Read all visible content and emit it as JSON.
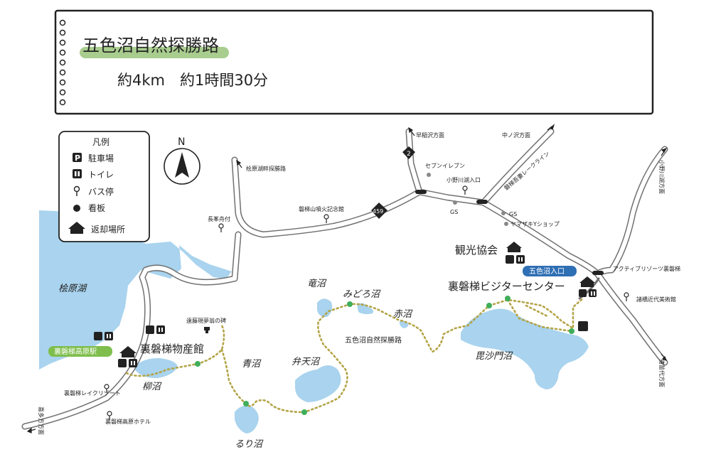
{
  "title_card": {
    "title": "五色沼自然探勝路",
    "summary": "約4km　約1時間30分"
  },
  "legend": {
    "heading": "凡例",
    "items": [
      {
        "icon": "parking-icon",
        "glyph": "P",
        "label": "駐車場"
      },
      {
        "icon": "toilet-icon",
        "label": "トイレ"
      },
      {
        "icon": "bus-stop-icon",
        "label": "バス停"
      },
      {
        "icon": "signboard-icon",
        "label": "看板"
      },
      {
        "icon": "return-point-icon",
        "label": "返却場所"
      }
    ]
  },
  "compass": {
    "label": "N"
  },
  "colors": {
    "water": "#a9d3ee",
    "trail": "#b3a447",
    "signboard": "#3fae5a",
    "road": "#707070",
    "highlight_bar": "#a8cd8e",
    "blue_label": "#2f6fb4",
    "green_label": "#7fbe4d"
  },
  "labels": {
    "hibarako": "桧原湖",
    "hibarako_road": "桧原湖畔探勝路",
    "to_hayaise": "早稲沢方面",
    "to_nakanosawa": "中ノ沢方面",
    "to_onogawako": "小野川湖方面",
    "to_inawashiro": "猪苗代方面",
    "to_kitakata": "喜多方方面",
    "route_2": "2",
    "route_459": "459",
    "seven_eleven": "セブンイレブン",
    "onogawako_iriguchi": "小野川湖入口",
    "bandai_azuma_lake_line": "磐梯吾妻レークライン",
    "gs1": "GS",
    "gs2": "GS",
    "yamazaki": "ヤマザキYショップ",
    "nagamine": "長峯舟付",
    "eruption_museum": "磐梯山噴火記念館",
    "tourist_association": "観光協会",
    "goshikinuma_iriguchi": "五色沼入口",
    "visitor_center": "裏磐梯ビジターセンター",
    "activity_resorts": "アクティブリゾーツ裏磐梯",
    "morohashi_museum": "諸橋近代美術館",
    "bishamon_numa": "毘沙門沼",
    "aka_numa": "赤沼",
    "midoro_numa": "みどろ沼",
    "tatsu_numa": "竜沼",
    "trail_name": "五色沼自然探勝路",
    "benten_numa": "弁天沼",
    "ao_numa": "青沼",
    "ruri_numa": "るり沼",
    "yanagi_numa": "柳沼",
    "monument": "遠藤現夢翁の碑",
    "bussan_kan": "裏磐梯物産館",
    "kogen_eki": "裏磐梯高原駅",
    "lake_resort": "裏磐梯レイクリゾート",
    "kogen_hotel": "裏磐梯高原ホテル"
  }
}
